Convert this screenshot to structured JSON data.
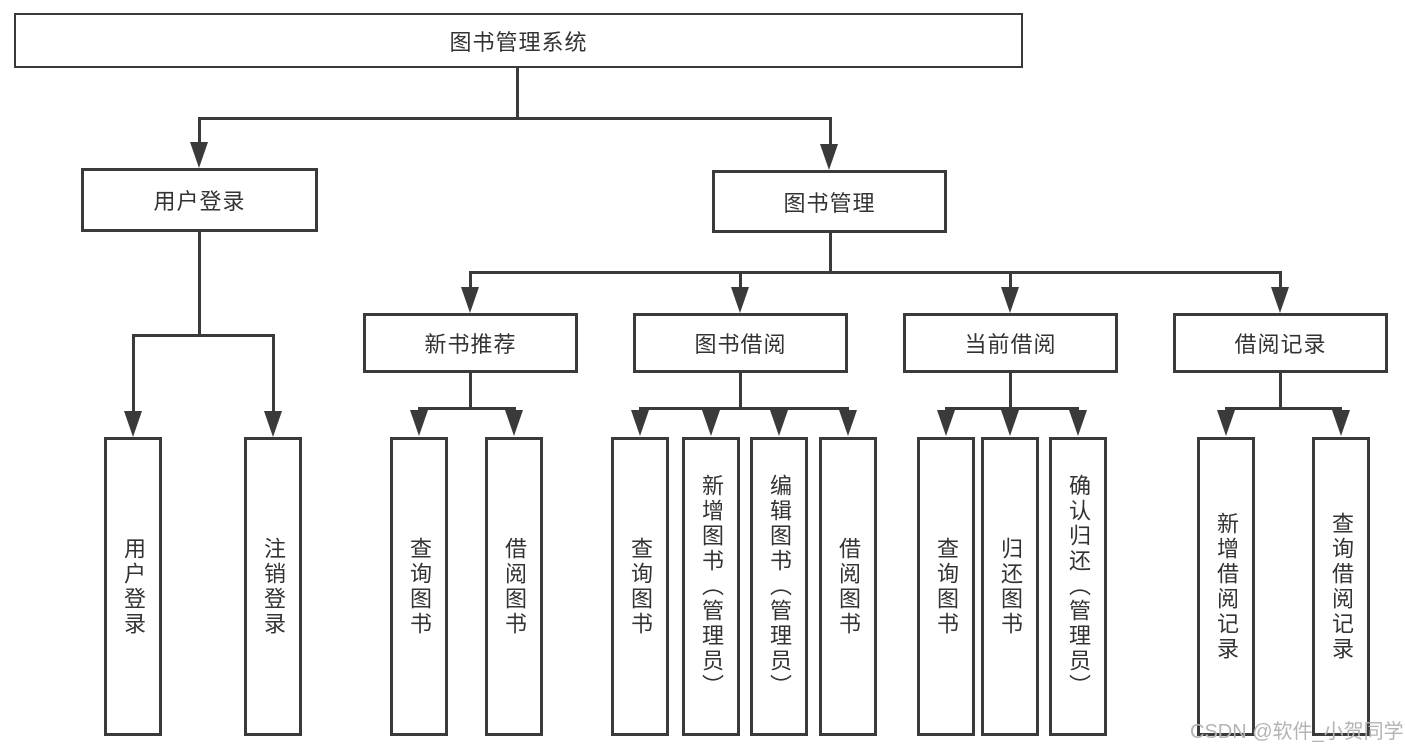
{
  "diagram_type": "functional-structure-tree",
  "colors": {
    "line": "#3a3a3a",
    "box_border": "#3a3a3a",
    "text": "#333333",
    "background": "#ffffff",
    "watermark": "#b4b4b4"
  },
  "watermark": "CSDN @软件_小贺同学",
  "tree": {
    "root": "图书管理系统",
    "branches": [
      {
        "label": "用户登录",
        "children": [
          "用户登录",
          "注销登录"
        ]
      },
      {
        "label": "图书管理",
        "children": [
          {
            "label": "新书推荐",
            "children": [
              "查询图书",
              "借阅图书"
            ]
          },
          {
            "label": "图书借阅",
            "children": [
              "查询图书",
              "新增图书（管理员）",
              "编辑图书（管理员）",
              "借阅图书"
            ]
          },
          {
            "label": "当前借阅",
            "children": [
              "查询图书",
              "归还图书",
              "确认归还（管理员）"
            ]
          },
          {
            "label": "借阅记录",
            "children": [
              "新增借阅记录",
              "查询借阅记录"
            ]
          }
        ]
      }
    ]
  }
}
